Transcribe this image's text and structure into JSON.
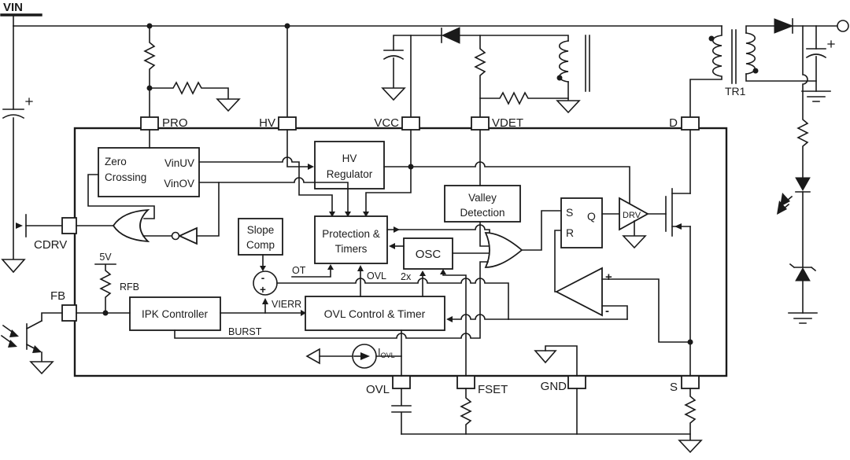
{
  "colors": {
    "line": "#1a1a1a",
    "text": "#1c1c1c",
    "background": "#ffffff"
  },
  "external": {
    "vin_label": "VIN",
    "tr1_label": "TR1",
    "rfb_label": "RFB",
    "v5_label": "5V",
    "cap_plus": "+"
  },
  "ic": {
    "pins": {
      "pro": "PRO",
      "hv": "HV",
      "vcc": "VCC",
      "vdet": "VDET",
      "d": "D",
      "cdrv": "CDRV",
      "fb": "FB",
      "ovl": "OVL",
      "fset": "FSET",
      "gnd": "GND",
      "s": "S"
    },
    "blocks": {
      "zero_crossing": {
        "line1": "Zero",
        "line2": "Crossing",
        "out1": "VinUV",
        "out2": "VinOV"
      },
      "hv_regulator": {
        "line1": "HV",
        "line2": "Regulator"
      },
      "slope_comp": {
        "line1": "Slope",
        "line2": "Comp"
      },
      "protection_timers": {
        "line1": "Protection &",
        "line2": "Timers"
      },
      "osc": {
        "label": "OSC"
      },
      "valley_detection": {
        "line1": "Valley",
        "line2": "Detection"
      },
      "ipk_controller": {
        "label": "IPK Controller"
      },
      "ovl_control_timer": {
        "label": "OVL Control & Timer"
      },
      "sr_latch": {
        "s": "S",
        "r": "R",
        "q": "Q"
      },
      "drv": {
        "label": "DRV"
      }
    },
    "signals": {
      "ot": "OT",
      "ovl": "OVL",
      "two_x": "2x",
      "vierr": "VIERR",
      "burst": "BURST",
      "iovl_main": "I",
      "iovl_sub": "OVL",
      "sum_minus": "-",
      "sum_plus": "+",
      "cmp_plus": "+",
      "cmp_minus": "-"
    }
  }
}
